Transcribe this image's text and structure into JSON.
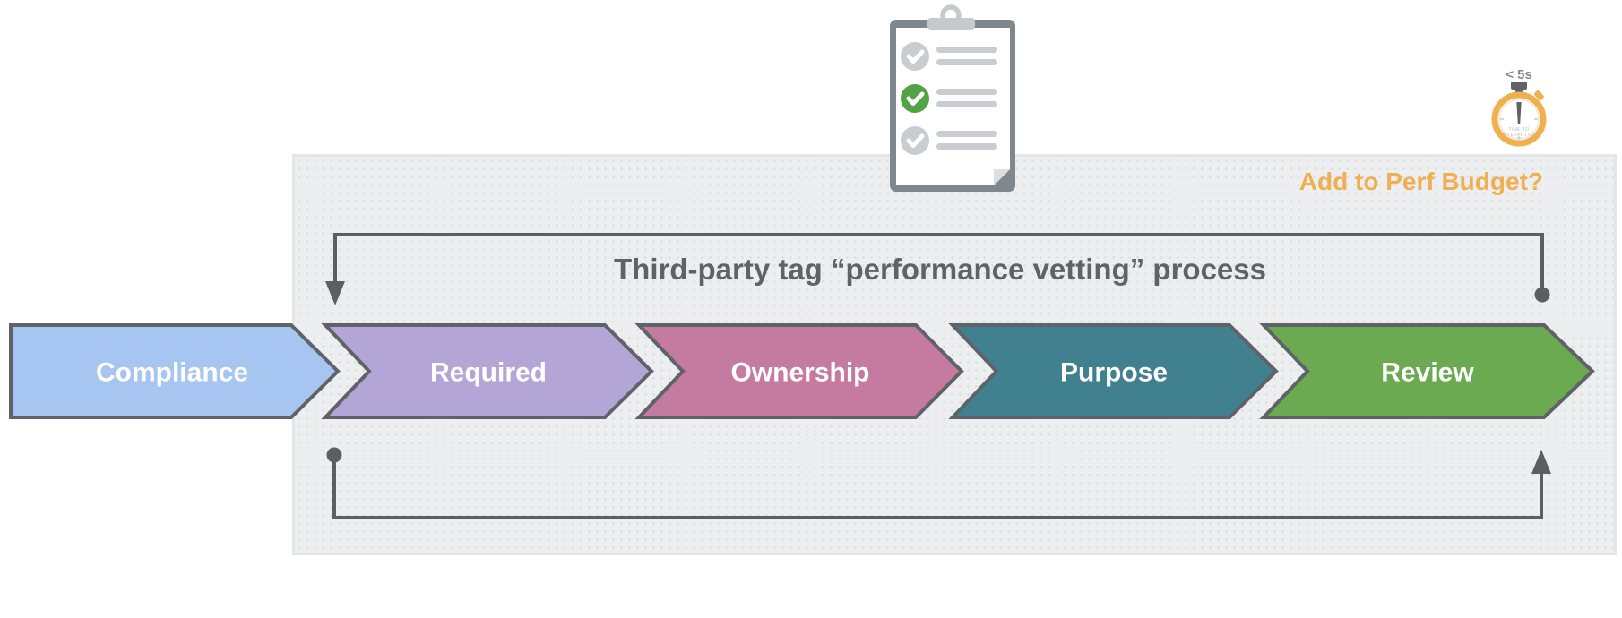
{
  "diagram": {
    "title": "Third-party tag “performance vetting” process",
    "perf_budget_label": "Add to Perf Budget?",
    "colors": {
      "title_text": "#5f6368",
      "perf_budget_text": "#efaf52",
      "step_outline": "#5f6368",
      "loop_line": "#5a5f64",
      "panel_bg": "#edeef0",
      "panel_dots": "#d9dbde",
      "step_label_text": "#ffffff"
    }
  },
  "process": {
    "steps": [
      {
        "label": "Compliance",
        "color": "#a7c5f1"
      },
      {
        "label": "Required",
        "color": "#b3a6d7"
      },
      {
        "label": "Ownership",
        "color": "#c57b9f"
      },
      {
        "label": "Purpose",
        "color": "#41808f"
      },
      {
        "label": "Review",
        "color": "#6caa52"
      }
    ]
  },
  "stopwatch": {
    "label": "< 5s",
    "dial_label_line1": "TIME-TO",
    "dial_label_line2": "INTERACTIVE",
    "ring_color": "#f0b04f",
    "needle_color": "#5f6368"
  },
  "clipboard": {
    "items": [
      {
        "state": "unchecked",
        "color": "#c9cdd1"
      },
      {
        "state": "checked",
        "color": "#52a346"
      },
      {
        "state": "unchecked",
        "color": "#c9cdd1"
      }
    ],
    "board_color": "#80878d",
    "paper_color": "#ffffff",
    "line_color": "#c9cdd1"
  }
}
